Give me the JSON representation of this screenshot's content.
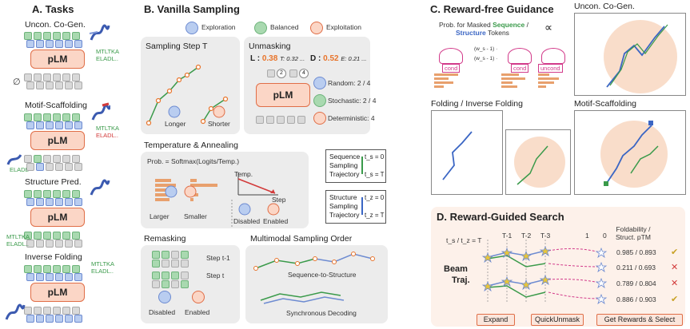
{
  "sectionA": {
    "title": "A. Tasks",
    "tasks": [
      "Uncon. Co-Gen.",
      "Motif-Scaffolding",
      "Structure Pred.",
      "Inverse Folding"
    ],
    "plm": "pLM",
    "seq_snippet_1": "MTLTKA",
    "seq_snippet_2": "ELADL..",
    "seq_snippet_3": "ELADL",
    "empty_symbol": "∅"
  },
  "sectionB": {
    "title": "B. Vanilla Sampling",
    "legend": [
      "Exploration",
      "Balanced",
      "Exploitation"
    ],
    "sampling_step": "Sampling Step T",
    "longer": "Longer",
    "shorter": "Shorter",
    "unmasking": "Unmasking",
    "L_label": "L :",
    "L_val1": "0.38",
    "L_T": "T",
    "L_val2": ": 0.32 ...",
    "D_label": "D :",
    "D_val1": "0.52",
    "D_E": "E",
    "D_val2": ": 0.21 ...",
    "slot2": "2",
    "slot4": "4",
    "random": "Random: 2 / 4",
    "stochastic": "Stochastic: 2 / 4",
    "deterministic": "Deterministic: 4",
    "temp_title": "Temperature & Annealing",
    "prob_formula": "Prob. = Softmax(Logits/Temp.)",
    "larger": "Larger",
    "smaller": "Smaller",
    "temp_axis": "Temp.",
    "step_axis": "Step",
    "disabled": "Disabled",
    "enabled": "Enabled",
    "seq_traj": [
      "Sequence",
      "Sampling",
      "Trajectory"
    ],
    "struct_traj": [
      "Structure",
      "Sampling",
      "Trajectory"
    ],
    "ts0": "t_s = 0",
    "tsT": "t_s = T",
    "tz0": "t_z = 0",
    "tzT": "t_z = T",
    "remasking": "Remasking",
    "step_t1": "Step t-1",
    "step_t": "Step t",
    "multimodal": "Multimodal Sampling Order",
    "seq2struct": "Sequence-to-Structure",
    "sync": "Synchronous Decoding"
  },
  "sectionC": {
    "title": "C. Reward-free Guidance",
    "prob_line1_a": "Prob. for Masked ",
    "prob_seq": "Sequence",
    "prob_slash": " /",
    "prob_struct": "Structure",
    "prob_tokens": " Tokens",
    "propto": "∝",
    "cond": "cond",
    "uncond": "uncond",
    "ws_minus": "(w_s - 1) ·",
    "ws_minus2": "(w_s - 1) ·",
    "uncon_cogen": "Uncon. Co-Gen.",
    "folding": "Folding / Inverse Folding",
    "motif": "Motif-Scaffolding"
  },
  "sectionD": {
    "title": "D. Reward-Guided Search",
    "ts_label": "t_s / t_z = T",
    "T1": "T-1",
    "T2": "T-2",
    "T3": "T-3",
    "one": "1",
    "zero": "0",
    "beam": "Beam",
    "traj": "Traj.",
    "foldability": "Foldability /",
    "ptm": "Struct. pTM",
    "scores": [
      "0.985 / 0.893",
      "0.211 / 0.693",
      "0.789 / 0.804",
      "0.886 / 0.903"
    ],
    "marks": [
      "✔",
      "✕",
      "✕",
      "✔"
    ],
    "expand": "Expand",
    "quickunmask": "QuickUnmask",
    "get_rewards": "Get Rewards & Select"
  },
  "colors": {
    "accent_orange": "#e8742b",
    "green": "#3a9a4a",
    "blue": "#3b66c4",
    "plm_fill": "#fbd6c6"
  }
}
